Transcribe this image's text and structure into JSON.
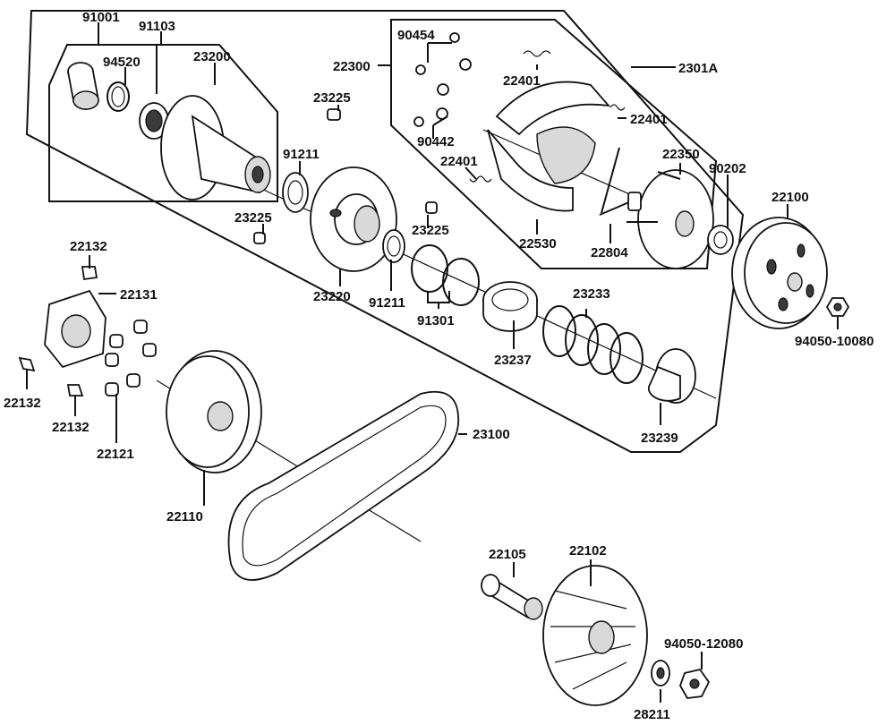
{
  "labels": {
    "p91001": "91001",
    "p91103": "91103",
    "p94520": "94520",
    "p23200": "23200",
    "p22300": "22300",
    "p90454": "90454",
    "p22401a": "22401",
    "p2301A": "2301A",
    "p23225a": "23225",
    "p22401b": "22401",
    "p90442": "90442",
    "p91211a": "91211",
    "p22401c": "22401",
    "p22350": "22350",
    "p90202": "90202",
    "p22100": "22100",
    "p23225b": "23225",
    "p23225c": "23225",
    "p22530": "22530",
    "p22804": "22804",
    "p22132a": "22132",
    "p22131": "22131",
    "p23220": "23220",
    "p91211b": "91211",
    "p23233": "23233",
    "p91301": "91301",
    "p94050_10080": "94050-10080",
    "p23237": "23237",
    "p22132b": "22132",
    "p22132c": "22132",
    "p23100": "23100",
    "p23239": "23239",
    "p22121": "22121",
    "p22110": "22110",
    "p22105": "22105",
    "p22102": "22102",
    "p94050_12080": "94050-12080",
    "p28211": "28211"
  }
}
